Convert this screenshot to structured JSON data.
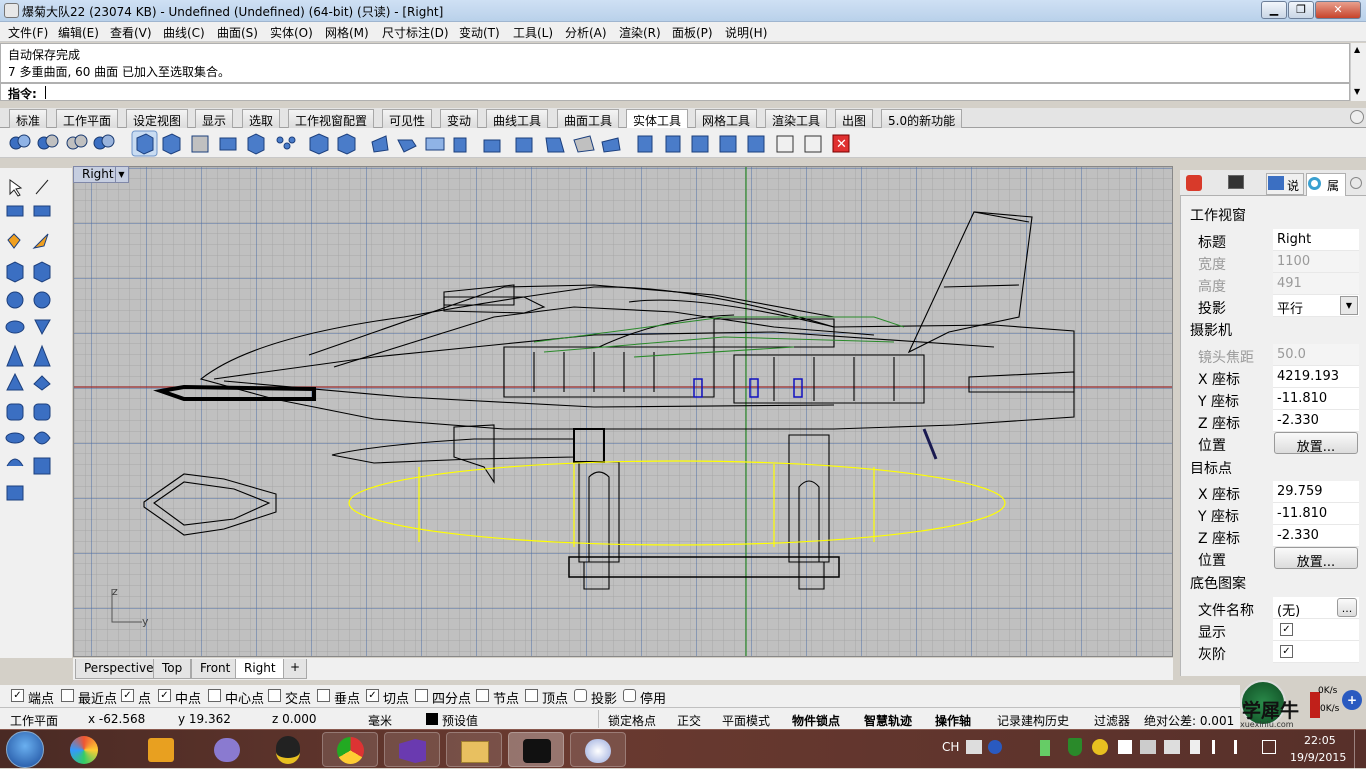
{
  "window": {
    "title": "爆菊大队22 (23074 KB) - Undefined (Undefined) (64-bit) (只读) - [Right]"
  },
  "menu": [
    "文件(F)",
    "编辑(E)",
    "查看(V)",
    "曲线(C)",
    "曲面(S)",
    "实体(O)",
    "网格(M)",
    "尺寸标注(D)",
    "变动(T)",
    "工具(L)",
    "分析(A)",
    "渲染(R)",
    "面板(P)",
    "说明(H)"
  ],
  "command": {
    "history_1": "自动保存完成",
    "history_2": "7 多重曲面, 60 曲面 已加入至选取集合。",
    "prompt": "指令:"
  },
  "toolbar_tabs": [
    "标准",
    "工作平面",
    "设定视图",
    "显示",
    "选取",
    "工作视窗配置",
    "可见性",
    "变动",
    "曲线工具",
    "曲面工具",
    "实体工具",
    "网格工具",
    "渲染工具",
    "出图",
    "5.0的新功能"
  ],
  "active_tab": "实体工具",
  "viewport": {
    "label": "Right",
    "tabs": [
      "Perspective",
      "Top",
      "Front",
      "Right"
    ],
    "active": "Right",
    "axis_z": "z",
    "axis_y": "y"
  },
  "properties": {
    "section_viewport": "工作视窗",
    "title_label": "标题",
    "title_value": "Right",
    "width_label": "宽度",
    "width_value": "1100",
    "height_label": "高度",
    "height_value": "491",
    "proj_label": "投影",
    "proj_value": "平行",
    "section_camera": "摄影机",
    "focal_label": "镜头焦距",
    "focal_value": "50.0",
    "cx_label": "X 座标",
    "cx_value": "4219.193",
    "cy_label": "Y 座标",
    "cy_value": "-11.810",
    "cz_label": "Z 座标",
    "cz_value": "-2.330",
    "cpos_label": "位置",
    "cpos_button": "放置...",
    "section_target": "目标点",
    "tx_label": "X 座标",
    "tx_value": "29.759",
    "ty_label": "Y 座标",
    "ty_value": "-11.810",
    "tz_label": "Z 座标",
    "tz_value": "-2.330",
    "tpos_label": "位置",
    "tpos_button": "放置...",
    "section_bg": "底色图案",
    "file_label": "文件名称",
    "file_value": "(无)",
    "file_button": "...",
    "show_label": "显示",
    "gray_label": "灰阶",
    "tab_label_1": "说",
    "tab_label_2": "属"
  },
  "osnap": [
    {
      "label": "端点",
      "checked": true
    },
    {
      "label": "最近点",
      "checked": false
    },
    {
      "label": "点",
      "checked": true
    },
    {
      "label": "中点",
      "checked": true
    },
    {
      "label": "中心点",
      "checked": false
    },
    {
      "label": "交点",
      "checked": false
    },
    {
      "label": "垂点",
      "checked": false
    },
    {
      "label": "切点",
      "checked": true
    },
    {
      "label": "四分点",
      "checked": false
    },
    {
      "label": "节点",
      "checked": false
    },
    {
      "label": "顶点",
      "checked": false
    },
    {
      "label": "投影",
      "checked": false
    },
    {
      "label": "停用",
      "checked": false
    }
  ],
  "status": {
    "cplane": "工作平面",
    "x": "x -62.568",
    "y": "y 19.362",
    "z": "z 0.000",
    "unit": "毫米",
    "layer": "预设值",
    "grid_snap": "锁定格点",
    "ortho": "正交",
    "planar": "平面模式",
    "osnap": "物件锁点",
    "smarttrack": "智慧轨迹",
    "gumball": "操作轴",
    "history": "记录建构历史",
    "filter": "过滤器",
    "tolerance": "绝对公差: 0.001"
  },
  "taskbar": {
    "lang": "CH",
    "time": "22:05",
    "date": "19/9/2015"
  },
  "watermark": {
    "text": "学犀牛",
    "sub": "xuexiniu.com",
    "speed1": "0K/s",
    "speed2": "0K/s"
  },
  "colors": {
    "viewport_bg": "#c0c0c0",
    "grid_major": "#4a6fa5",
    "grid_minor": "#a9a9a9",
    "selection": "#ffff00"
  }
}
